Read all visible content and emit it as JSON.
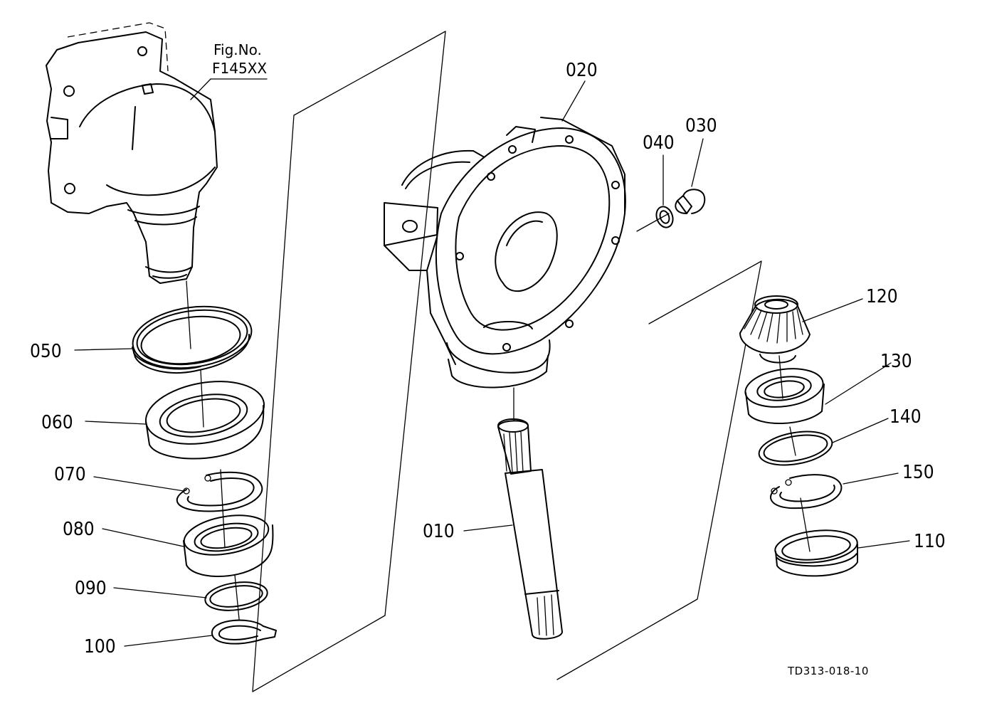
{
  "figure_ref": {
    "line1": "Fig.No.",
    "line2": "F145XX"
  },
  "drawing_code": "TD313-018-10",
  "parts": [
    {
      "id": "p010",
      "label": "010"
    },
    {
      "id": "p020",
      "label": "020"
    },
    {
      "id": "p030",
      "label": "030"
    },
    {
      "id": "p040",
      "label": "040"
    },
    {
      "id": "p050",
      "label": "050"
    },
    {
      "id": "p060",
      "label": "060"
    },
    {
      "id": "p070",
      "label": "070"
    },
    {
      "id": "p080",
      "label": "080"
    },
    {
      "id": "p090",
      "label": "090"
    },
    {
      "id": "p100",
      "label": "100"
    },
    {
      "id": "p110",
      "label": "110"
    },
    {
      "id": "p120",
      "label": "120"
    },
    {
      "id": "p130",
      "label": "130"
    },
    {
      "id": "p140",
      "label": "140"
    },
    {
      "id": "p150",
      "label": "150"
    }
  ]
}
